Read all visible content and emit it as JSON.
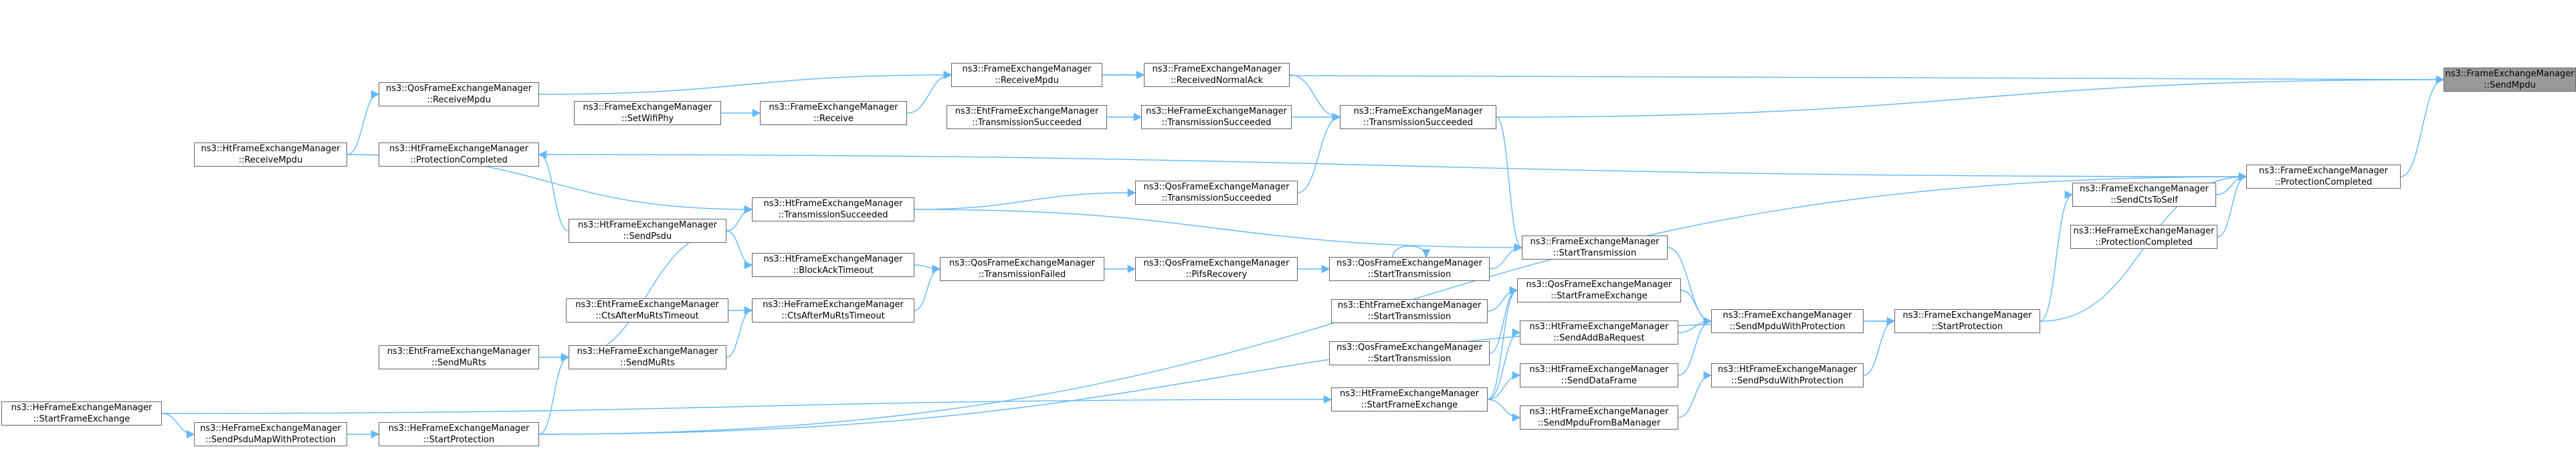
{
  "colors": {
    "edge": "#63b8ff",
    "node_border": "#666666",
    "root_fill": "#999999",
    "node_fill": "#ffffff"
  },
  "nodes": {
    "n_sendmpdu": {
      "line1": "ns3::FrameExchangeManager",
      "line2": "::SendMpdu"
    },
    "n_protcompl_fem": {
      "line1": "ns3::FrameExchangeManager",
      "line2": "::ProtectionCompleted"
    },
    "n_sendctstoself": {
      "line1": "ns3::FrameExchangeManager",
      "line2": "::SendCtsToSelf"
    },
    "n_he_protcompl": {
      "line1": "ns3::HeFrameExchangeManager",
      "line2": "::ProtectionCompleted"
    },
    "n_startprot_fem": {
      "line1": "ns3::FrameExchangeManager",
      "line2": "::StartProtection"
    },
    "n_sendmpduwp": {
      "line1": "ns3::FrameExchangeManager",
      "line2": "::SendMpduWithProtection"
    },
    "n_ht_sendpsduwp": {
      "line1": "ns3::HtFrameExchangeManager",
      "line2": "::SendPsduWithProtection"
    },
    "n_qos_startfe": {
      "line1": "ns3::QosFrameExchangeManager",
      "line2": "::StartFrameExchange"
    },
    "n_ht_sendaddba": {
      "line1": "ns3::HtFrameExchangeManager",
      "line2": "::SendAddBaRequest"
    },
    "n_ht_senddata": {
      "line1": "ns3::HtFrameExchangeManager",
      "line2": "::SendDataFrame"
    },
    "n_ht_sendmpdufrom": {
      "line1": "ns3::HtFrameExchangeManager",
      "line2": "::SendMpduFromBaManager"
    },
    "n_ht_startfe": {
      "line1": "ns3::HtFrameExchangeManager",
      "line2": "::StartFrameExchange"
    },
    "n_eht_starttx": {
      "line1": "ns3::EhtFrameExchangeManager",
      "line2": "::StartTransmission"
    },
    "n_qos_starttx2": {
      "line1": "ns3::QosFrameExchangeManager",
      "line2": "::StartTransmission"
    },
    "n_qos_starttx": {
      "line1": "ns3::QosFrameExchangeManager",
      "line2": "::StartTransmission"
    },
    "n_fem_starttx": {
      "line1": "ns3::FrameExchangeManager",
      "line2": "::StartTransmission"
    },
    "n_fem_txsucc": {
      "line1": "ns3::FrameExchangeManager",
      "line2": "::TransmissionSucceeded"
    },
    "n_fem_recvnormack": {
      "line1": "ns3::FrameExchangeManager",
      "line2": "::ReceivedNormalAck"
    },
    "n_he_txsucc": {
      "line1": "ns3::HeFrameExchangeManager",
      "line2": "::TransmissionSucceeded"
    },
    "n_eht_txsucc": {
      "line1": "ns3::EhtFrameExchangeManager",
      "line2": "::TransmissionSucceeded"
    },
    "n_qos_txsucc": {
      "line1": "ns3::QosFrameExchangeManager",
      "line2": "::TransmissionSucceeded"
    },
    "n_qos_pifs": {
      "line1": "ns3::QosFrameExchangeManager",
      "line2": "::PifsRecovery"
    },
    "n_qos_txfailed": {
      "line1": "ns3::QosFrameExchangeManager",
      "line2": "::TransmissionFailed"
    },
    "n_fem_recvmpdu": {
      "line1": "ns3::FrameExchangeManager",
      "line2": "::ReceiveMpdu"
    },
    "n_fem_receive": {
      "line1": "ns3::FrameExchangeManager",
      "line2": "::Receive"
    },
    "n_setwifiphy": {
      "line1": "ns3::FrameExchangeManager",
      "line2": "::SetWifiPhy"
    },
    "n_qos_recvmpdu": {
      "line1": "ns3::QosFrameExchangeManager",
      "line2": "::ReceiveMpdu"
    },
    "n_ht_recvmpdu": {
      "line1": "ns3::HtFrameExchangeManager",
      "line2": "::ReceiveMpdu"
    },
    "n_ht_protcompl": {
      "line1": "ns3::HtFrameExchangeManager",
      "line2": "::ProtectionCompleted"
    },
    "n_ht_txsucc": {
      "line1": "ns3::HtFrameExchangeManager",
      "line2": "::TransmissionSucceeded"
    },
    "n_ht_sendpsdu": {
      "line1": "ns3::HtFrameExchangeManager",
      "line2": "::SendPsdu"
    },
    "n_ht_blockack": {
      "line1": "ns3::HtFrameExchangeManager",
      "line2": "::BlockAckTimeout"
    },
    "n_he_ctsafter": {
      "line1": "ns3::HeFrameExchangeManager",
      "line2": "::CtsAfterMuRtsTimeout"
    },
    "n_eht_ctsafter": {
      "line1": "ns3::EhtFrameExchangeManager",
      "line2": "::CtsAfterMuRtsTimeout"
    },
    "n_he_sendmurts": {
      "line1": "ns3::HeFrameExchangeManager",
      "line2": "::SendMuRts"
    },
    "n_eht_sendmurts": {
      "line1": "ns3::EhtFrameExchangeManager",
      "line2": "::SendMuRts"
    },
    "n_he_startprot": {
      "line1": "ns3::HeFrameExchangeManager",
      "line2": "::StartProtection"
    },
    "n_he_sendpsdumap": {
      "line1": "ns3::HeFrameExchangeManager",
      "line2": "::SendPsduMapWithProtection"
    },
    "n_he_startfe": {
      "line1": "ns3::HeFrameExchangeManager",
      "line2": "::StartFrameExchange"
    }
  }
}
